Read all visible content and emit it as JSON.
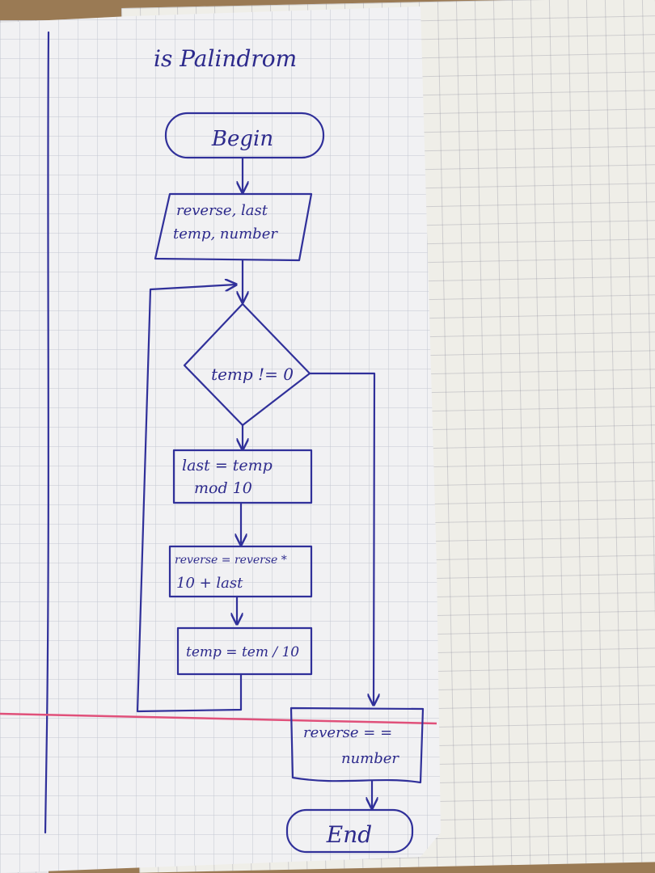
{
  "diagram": {
    "title": "is Palindrom",
    "nodes": {
      "begin": "Begin",
      "vars_line1": "reverse, last",
      "vars_line2": "temp, number",
      "condition": "temp != 0",
      "step1_line1": "last = temp",
      "step1_line2": "mod 10",
      "step2_line1": "reverse = reverse *",
      "step2_line2": "10 + last",
      "step3": "temp = tem / 10",
      "check_line1": "reverse = =",
      "check_line2": "number",
      "end": "End"
    }
  },
  "colors": {
    "ink": "#30309a",
    "margin_line": "#e0507a",
    "paper": "#f1f1f3",
    "background": "#9a7a54"
  }
}
